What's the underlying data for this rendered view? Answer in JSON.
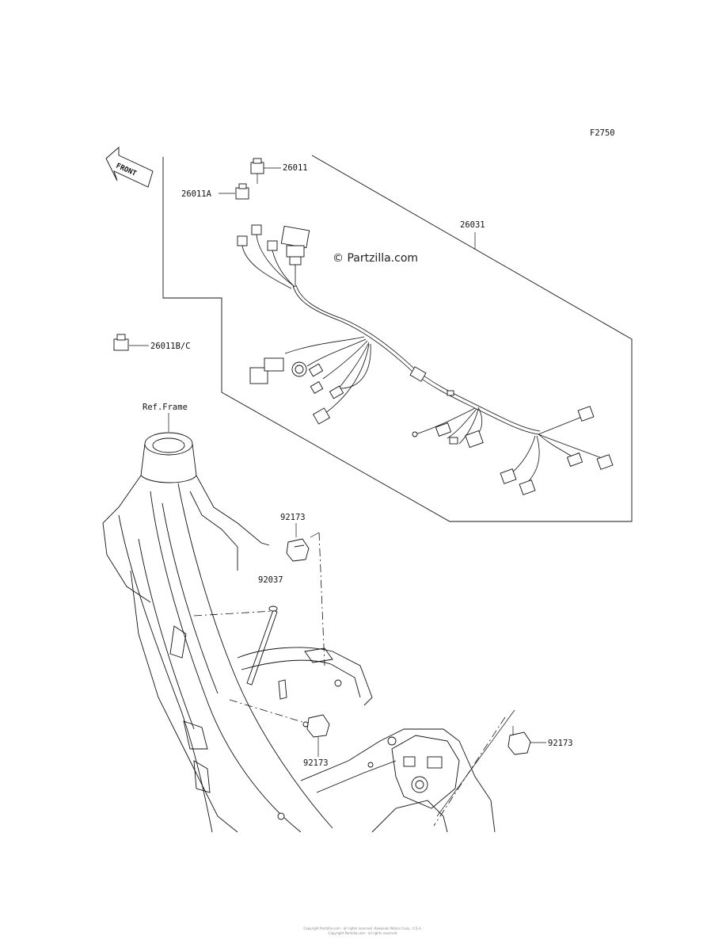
{
  "figure_code": "F2750",
  "watermark": "© Partzilla.com",
  "front_arrow_text": "FRONT",
  "ref_frame_label": "Ref.Frame",
  "part_labels": {
    "p26011": "26011",
    "p26011A": "26011A",
    "p26031": "26031",
    "p26011BC": "26011B/C",
    "p92173_top": "92173",
    "p92037": "92037",
    "p92173_bottom": "92173",
    "p92173_right": "92173"
  },
  "footer": {
    "line1": "Copyright Partzilla.com - all rights reserved. Kawasaki Motors Corp., U.S.A.",
    "line2": "Copyright Partzilla.com - all rights reserved"
  }
}
